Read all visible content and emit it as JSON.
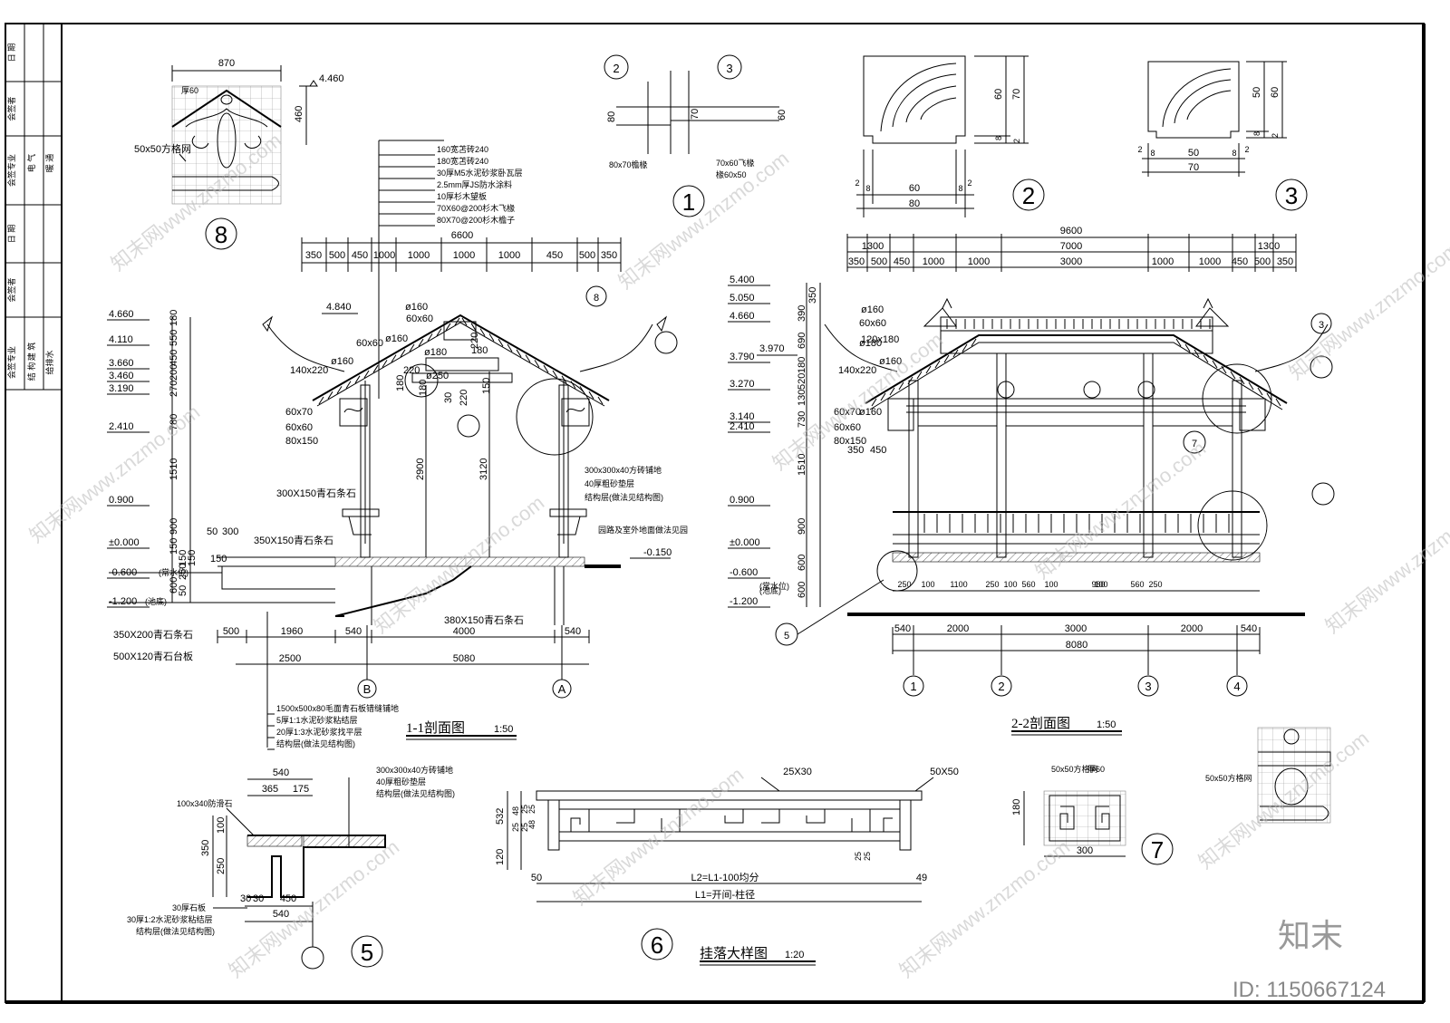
{
  "title_block": [
    "日 期",
    "会签者",
    "会签专业",
    "电 气",
    "暖 通",
    "日 期",
    "会签者",
    "会签专业",
    "建 筑",
    "结 构",
    "给排水"
  ],
  "sections": {
    "s11": {
      "title": "1-1剖面图",
      "scale": "1:50"
    },
    "s22": {
      "title": "2-2剖面图",
      "scale": "1:50"
    },
    "s6": {
      "title": "挂落大样图",
      "scale": "1:20"
    }
  },
  "circles": {
    "c1": "1",
    "c2": "2",
    "c3": "3",
    "c5": "5",
    "c6": "6",
    "c7": "7",
    "c8": "8"
  },
  "axes": {
    "B": "B",
    "A": "A",
    "a1": "1",
    "a2": "2",
    "a3": "3",
    "a4": "4"
  },
  "elev_left": [
    "4.660",
    "4.110",
    "3.660",
    "3.460",
    "3.190",
    "2.410",
    "0.900",
    "±0.000",
    "-0.600",
    "(常水位)",
    "-1.200",
    "(池底)"
  ],
  "elev_left_right": [
    "4.840",
    "-0.150"
  ],
  "elev_right": [
    "5.400",
    "5.050",
    "4.660",
    "3.970",
    "3.790",
    "3.270",
    "3.140",
    "2.410",
    "0.900",
    "±0.000",
    "-0.600",
    "(常水位)",
    "(池底)",
    "-1.200"
  ],
  "s11_dims_top": [
    "6600",
    "350",
    "500",
    "450",
    "1000",
    "1000",
    "1000",
    "1000",
    "450",
    "500",
    "350"
  ],
  "s11_vert": [
    "180",
    "550",
    "450",
    "200",
    "270",
    "780",
    "1510",
    "900",
    "150",
    "600",
    "250",
    "50",
    "150"
  ],
  "s11_bottom": [
    "500",
    "1960",
    "540",
    "4000",
    "540",
    "2500",
    "5080"
  ],
  "s11_heights": [
    "2900",
    "3120"
  ],
  "s11_layers": [
    "160宽苫砖240",
    "180宽苫砖240",
    "30厚M5水泥砂浆卧瓦层",
    "2.5mm厚JS防水涂料",
    "10厚杉木望板",
    "70X60@200杉木飞椽",
    "80X70@200杉木檐子"
  ],
  "s11_labels": [
    "60x60",
    "ø160",
    "60x60",
    "ø160",
    "ø180",
    "ø250",
    "140x220",
    "ø160",
    "60x70",
    "60x60",
    "80x150",
    "300X150青石条石",
    "50",
    "300",
    "150",
    "350X150青石条石",
    "350X200青石条石",
    "500X120青石台板",
    "380X150青石条石",
    "300x300x40方砖铺地",
    "40厚粗砂垫层",
    "结构层(做法见结构图)",
    "园路及室外地面做法见园",
    "150",
    "220",
    "180",
    "220",
    "30",
    "150",
    "220",
    "180",
    "180"
  ],
  "s11_floor": [
    "1500x500x80毛面青石板错缝铺地",
    "5厚1:1水泥砂浆粘结层",
    "20厚1:3水泥砂浆找平层",
    "结构层(做法见结构图)"
  ],
  "s22_dims_top": [
    "9600",
    "1300",
    "7000",
    "1300",
    "350",
    "500",
    "450",
    "1000",
    "1000",
    "3000",
    "1000",
    "1000",
    "450",
    "500",
    "350"
  ],
  "s22_vert": [
    "350",
    "390",
    "690",
    "180",
    "520",
    "130",
    "730",
    "1510",
    "900",
    "600",
    "600"
  ],
  "s22_labels": [
    "ø160",
    "60x60",
    "120x180",
    "ø180",
    "ø160",
    "140x220",
    "60x70",
    "ø160",
    "60x60",
    "80x150",
    "350",
    "450"
  ],
  "s22_bottom_small": [
    "250",
    "100",
    "1100",
    "250",
    "100",
    "560",
    "100",
    "980",
    "100",
    "560",
    "250"
  ],
  "s22_bottom": [
    "540",
    "2000",
    "3000",
    "2000",
    "540",
    "8080"
  ],
  "d1": {
    "labels": [
      "80",
      "70",
      "60",
      "80x70檐椽",
      "70x60飞椽",
      "椽60x50"
    ]
  },
  "d2": {
    "dims": [
      "60",
      "70",
      "8",
      "2",
      "60",
      "8",
      "8",
      "2",
      "2",
      "80"
    ]
  },
  "d3": {
    "dims": [
      "50",
      "60",
      "8",
      "2",
      "50",
      "8",
      "8",
      "2",
      "2",
      "70"
    ]
  },
  "d8": {
    "dims": [
      "870",
      "4.460",
      "460"
    ],
    "labels": [
      "厚60",
      "50x50方格网"
    ]
  },
  "d7": {
    "labels": [
      "50x50方格网",
      "厚60",
      "180",
      "300",
      "50x50方格网"
    ]
  },
  "d5": {
    "dims": [
      "540",
      "365",
      "175",
      "350",
      "100",
      "250",
      "30",
      "30",
      "450",
      "540"
    ],
    "labels": [
      "100x340防滑石",
      "300x300x40方砖铺地",
      "40厚粗砂垫层",
      "结构层(做法见结构图)",
      "30厚石板",
      "30厚1:2水泥砂浆粘结层",
      "结构层(做法见结构图)"
    ]
  },
  "d6": {
    "dims": [
      "25X30",
      "50X50",
      "532",
      "120",
      "25",
      "48",
      "25",
      "25",
      "48",
      "25",
      "50",
      "49",
      "25",
      "25"
    ],
    "labels": [
      "L2=L1-100均分",
      "L1=开间-柱径"
    ]
  },
  "watermarks": [
    "知末网www.znzmo.com"
  ],
  "brand": "知末",
  "id_text": "ID: 1150667124"
}
